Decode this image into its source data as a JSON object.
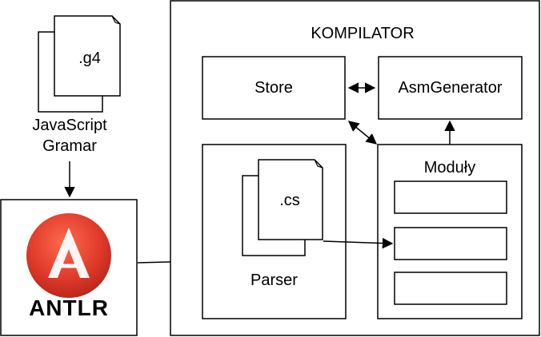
{
  "source_file": {
    "ext": ".g4",
    "caption_line1": "JavaScript",
    "caption_line2": "Gramar"
  },
  "antlr": {
    "wordmark": "ANTLR",
    "brand_color": "#e03a2b"
  },
  "compiler": {
    "title": "KOMPILATOR",
    "store_label": "Store",
    "asm_label": "AsmGenerator",
    "modules_label": "Moduły",
    "parser_label": "Parser",
    "parser_file_ext": ".cs"
  }
}
